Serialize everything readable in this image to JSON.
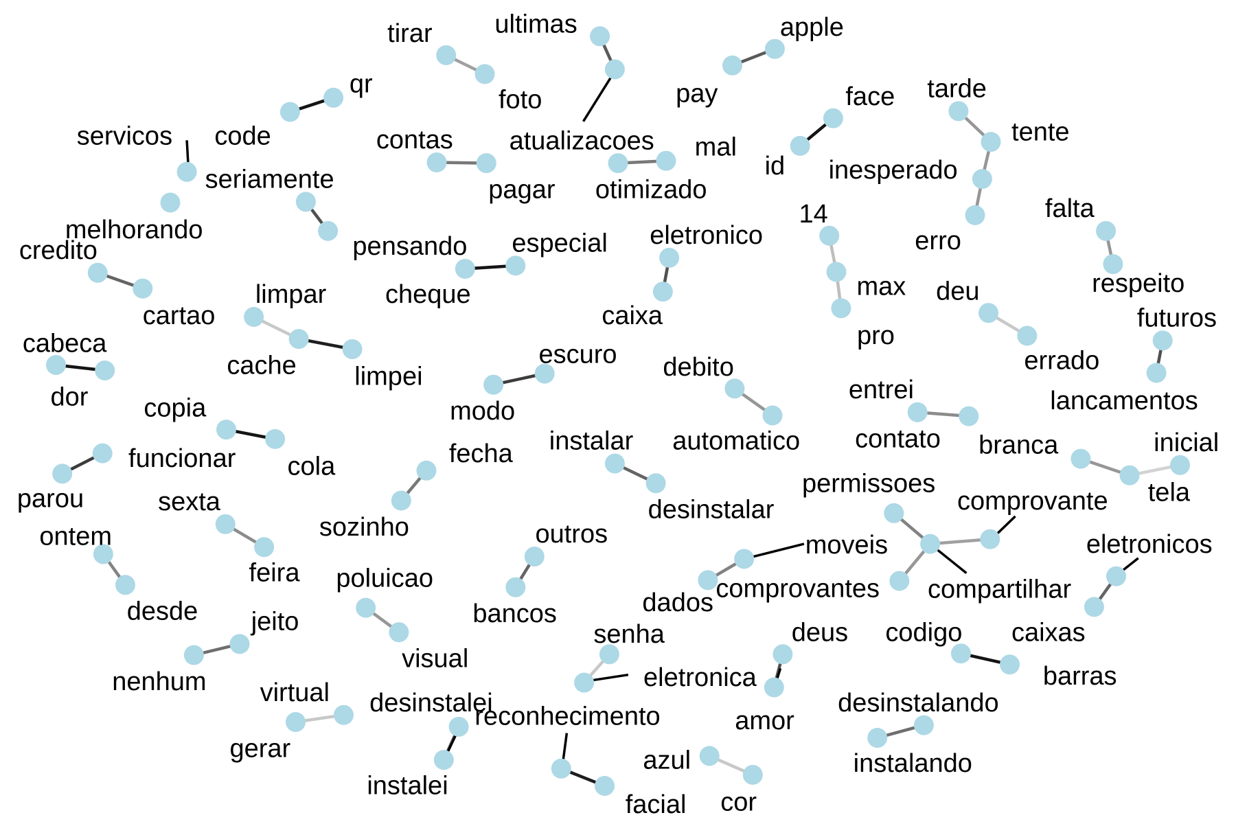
{
  "graph": {
    "node_color": "#add8e6",
    "words": {
      "qr": "qr",
      "code": "code",
      "tirar": "tirar",
      "foto": "foto",
      "ultimas": "ultimas",
      "atualizacoes": "atualizacoes",
      "apple": "apple",
      "pay": "pay",
      "face": "face",
      "id": "id",
      "tarde": "tarde",
      "tente": "tente",
      "inesperado": "inesperado",
      "erro": "erro",
      "servicos": "servicos",
      "seriamente": "seriamente",
      "melhorando": "melhorando",
      "contas": "contas",
      "pagar": "pagar",
      "mal": "mal",
      "otimizado": "otimizado",
      "pensando": "pensando",
      "especial": "especial",
      "cheque": "cheque",
      "eletronico": "eletronico",
      "caixa": "caixa",
      "n14": "14",
      "max": "max",
      "pro": "pro",
      "falta": "falta",
      "respeito": "respeito",
      "credito": "credito",
      "cartao": "cartao",
      "limpar": "limpar",
      "cache": "cache",
      "limpei": "limpei",
      "deu": "deu",
      "errado": "errado",
      "futuros": "futuros",
      "lancamentos": "lancamentos",
      "cabeca": "cabeca",
      "dor": "dor",
      "escuro": "escuro",
      "modo": "modo",
      "debito": "debito",
      "automatico": "automatico",
      "entrei": "entrei",
      "contato": "contato",
      "copia": "copia",
      "cola": "cola",
      "funcionar": "funcionar",
      "parou": "parou",
      "fecha": "fecha",
      "sozinho": "sozinho",
      "instalar": "instalar",
      "desinstalar": "desinstalar",
      "branca": "branca",
      "inicial": "inicial",
      "tela": "tela",
      "sexta": "sexta",
      "feira": "feira",
      "ontem": "ontem",
      "desde": "desde",
      "permissoes": "permissoes",
      "comprovante": "comprovante",
      "moveis": "moveis",
      "dados": "dados",
      "comprovantes": "comprovantes",
      "compartilhar": "compartilhar",
      "outros": "outros",
      "bancos": "bancos",
      "eletronicos": "eletronicos",
      "caixas": "caixas",
      "poluicao": "poluicao",
      "visual": "visual",
      "jeito": "jeito",
      "nenhum": "nenhum",
      "senha": "senha",
      "eletronica": "eletronica",
      "deus": "deus",
      "amor": "amor",
      "codigo": "codigo",
      "barras": "barras",
      "virtual": "virtual",
      "gerar": "gerar",
      "desinstalei": "desinstalei",
      "reconhecimento": "reconhecimento",
      "instalei": "instalei",
      "facial": "facial",
      "azul": "azul",
      "cor": "cor",
      "desinstalando": "desinstalando",
      "instalando": "instalando"
    }
  }
}
